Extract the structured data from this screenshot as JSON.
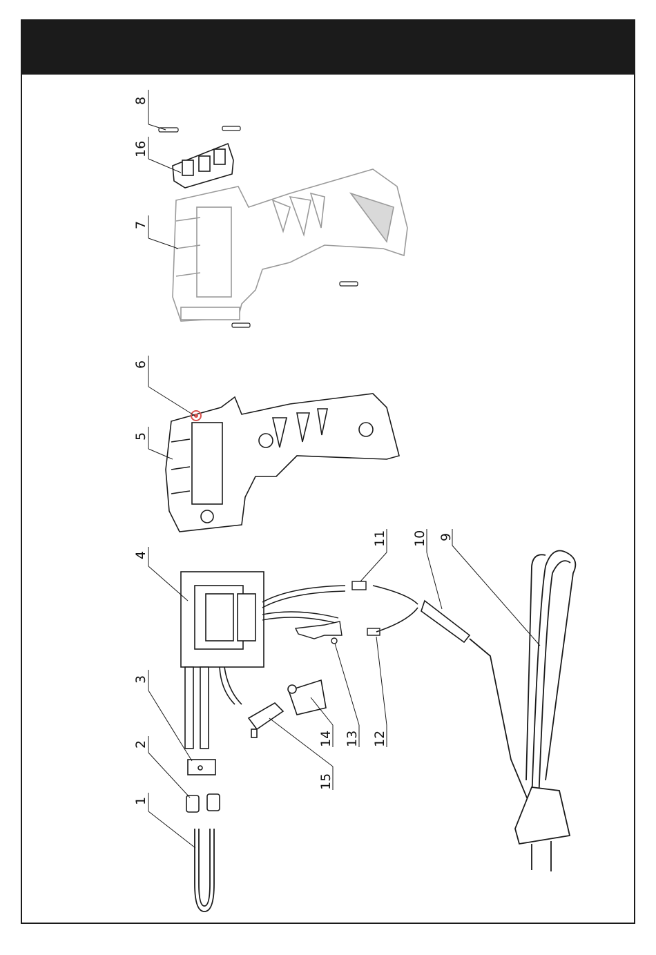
{
  "callouts": {
    "c1": "1",
    "c2": "2",
    "c3": "3",
    "c4": "4",
    "c5": "5",
    "c6": "6",
    "c7": "7",
    "c8": "8",
    "c9": "9",
    "c10": "10",
    "c11": "11",
    "c12": "12",
    "c13": "13",
    "c14": "14",
    "c15": "15",
    "c16": "16"
  },
  "colors": {
    "header": "#1b1b1b",
    "line": "#1a1a1a",
    "highlight": "#d9534f",
    "ghost": "#9a9a9a"
  }
}
